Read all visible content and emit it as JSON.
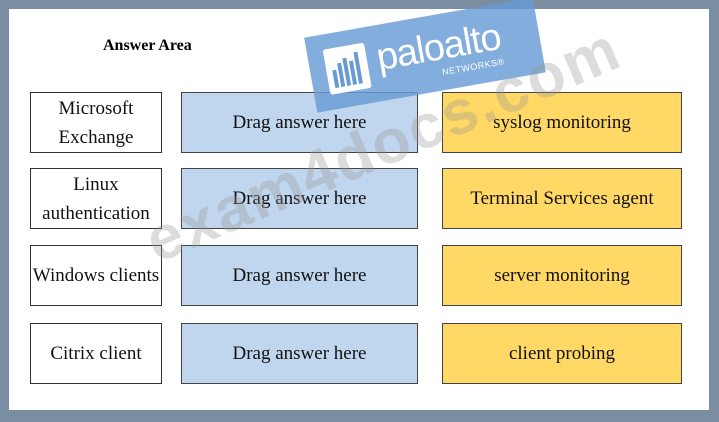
{
  "title": "Answer Area",
  "rows": [
    {
      "label": "Microsoft Exchange",
      "drop": "Drag answer here",
      "answer": "syslog monitoring"
    },
    {
      "label": "Linux authentication",
      "drop": "Drag answer here",
      "answer": "Terminal Services agent"
    },
    {
      "label": "Windows clients",
      "drop": "Drag answer here",
      "answer": "server monitoring"
    },
    {
      "label": "Citrix client",
      "drop": "Drag answer here",
      "answer": "client probing"
    }
  ],
  "logo": {
    "brand": "paloalto",
    "sub": "NETWORKS®"
  },
  "watermark": "exam4docs.com",
  "colors": {
    "drop_bg": "#c0d5ee",
    "answer_bg": "#ffd866",
    "frame": "#7b8da0"
  }
}
